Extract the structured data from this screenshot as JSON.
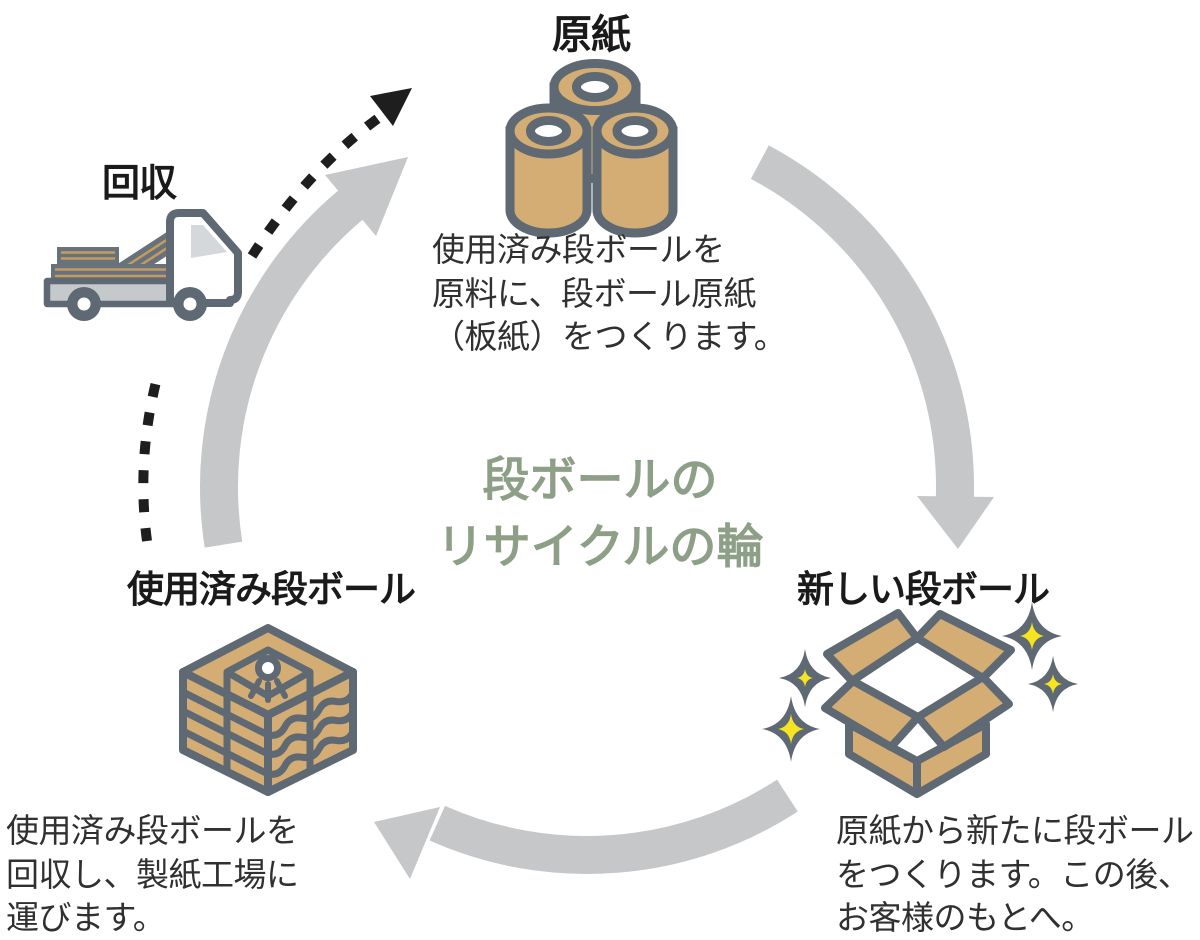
{
  "page": {
    "background": "#ffffff"
  },
  "diagram": {
    "center_title": {
      "line1": "段ボールの",
      "line2": "リサイクルの輪",
      "color": "#8d9f86"
    },
    "nodes": {
      "base_paper": {
        "label": "原紙",
        "icon": "paper-rolls-icon",
        "description_lines": [
          "使用済み段ボールを",
          "原料に、段ボール原紙",
          "（板紙）をつくります。"
        ]
      },
      "new_cardboard": {
        "label": "新しい段ボール",
        "icon": "open-cardboard-box-icon",
        "description_lines": [
          "原紙から新たに段ボール",
          "をつくります。この後、",
          "お客様のもとへ。"
        ]
      },
      "used_cardboard": {
        "label": "使用済み段ボール",
        "icon": "cardboard-bundle-icon",
        "description_lines": [
          "使用済み段ボールを",
          "回収し、製紙工場に",
          "運びます。"
        ]
      },
      "collection": {
        "label": "回収",
        "icon": "collection-truck-icon"
      }
    },
    "colors": {
      "cardboard_tan": "#d3ad73",
      "outline_slate": "#5e6974",
      "cycle_arrow_gray": "#c5c7c9",
      "dashed_arrow_black": "#1e1e1e",
      "sparkle_yellow": "#f5e41f",
      "truck_bed_gray": "#c6c9cb",
      "truck_cargo_gray": "#68727b",
      "label_text": "#1a1a1a",
      "description_text": "#303030"
    }
  }
}
